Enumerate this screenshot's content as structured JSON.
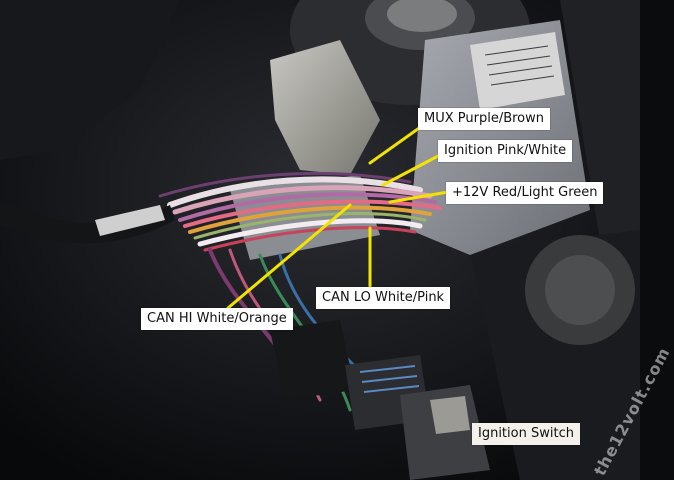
{
  "labels": {
    "mux": "MUX Purple/Brown",
    "ignition": "Ignition Pink/White",
    "power": "+12V Red/Light Green",
    "can_lo": "CAN LO White/Pink",
    "can_hi": "CAN HI White/Orange",
    "ignition_switch": "Ignition Switch"
  },
  "watermark": "the12volt.com",
  "colors": {
    "pointer_line": "#f2e400",
    "label_background": "#ffffff",
    "label_text": "#111111"
  }
}
